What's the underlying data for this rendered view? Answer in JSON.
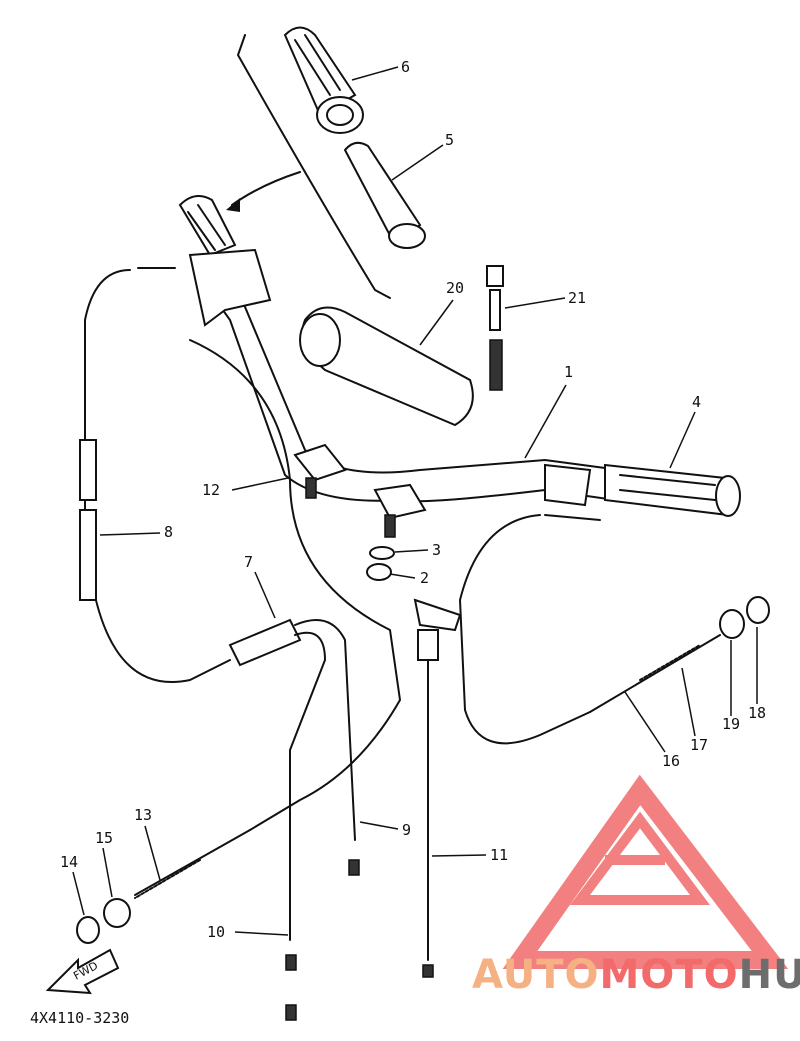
{
  "diagram_code": "4X4110-3230",
  "fwd_label": "FWD",
  "watermark": {
    "part1": "AUTO",
    "part2": "MOTO",
    "part3": "HUB",
    "color_orange": "#f5b183",
    "color_red": "#f26a6a",
    "color_gray": "#6d6d6d"
  },
  "callouts": [
    {
      "id": "1",
      "label": "1"
    },
    {
      "id": "2",
      "label": "2"
    },
    {
      "id": "3",
      "label": "3"
    },
    {
      "id": "4",
      "label": "4"
    },
    {
      "id": "5",
      "label": "5"
    },
    {
      "id": "6",
      "label": "6"
    },
    {
      "id": "7",
      "label": "7"
    },
    {
      "id": "8",
      "label": "8"
    },
    {
      "id": "9",
      "label": "9"
    },
    {
      "id": "10",
      "label": "10"
    },
    {
      "id": "11",
      "label": "11"
    },
    {
      "id": "12",
      "label": "12"
    },
    {
      "id": "13",
      "label": "13"
    },
    {
      "id": "14",
      "label": "14"
    },
    {
      "id": "15",
      "label": "15"
    },
    {
      "id": "16",
      "label": "16"
    },
    {
      "id": "17",
      "label": "17"
    },
    {
      "id": "18",
      "label": "18"
    },
    {
      "id": "19",
      "label": "19"
    },
    {
      "id": "20",
      "label": "20"
    },
    {
      "id": "21",
      "label": "21"
    }
  ]
}
